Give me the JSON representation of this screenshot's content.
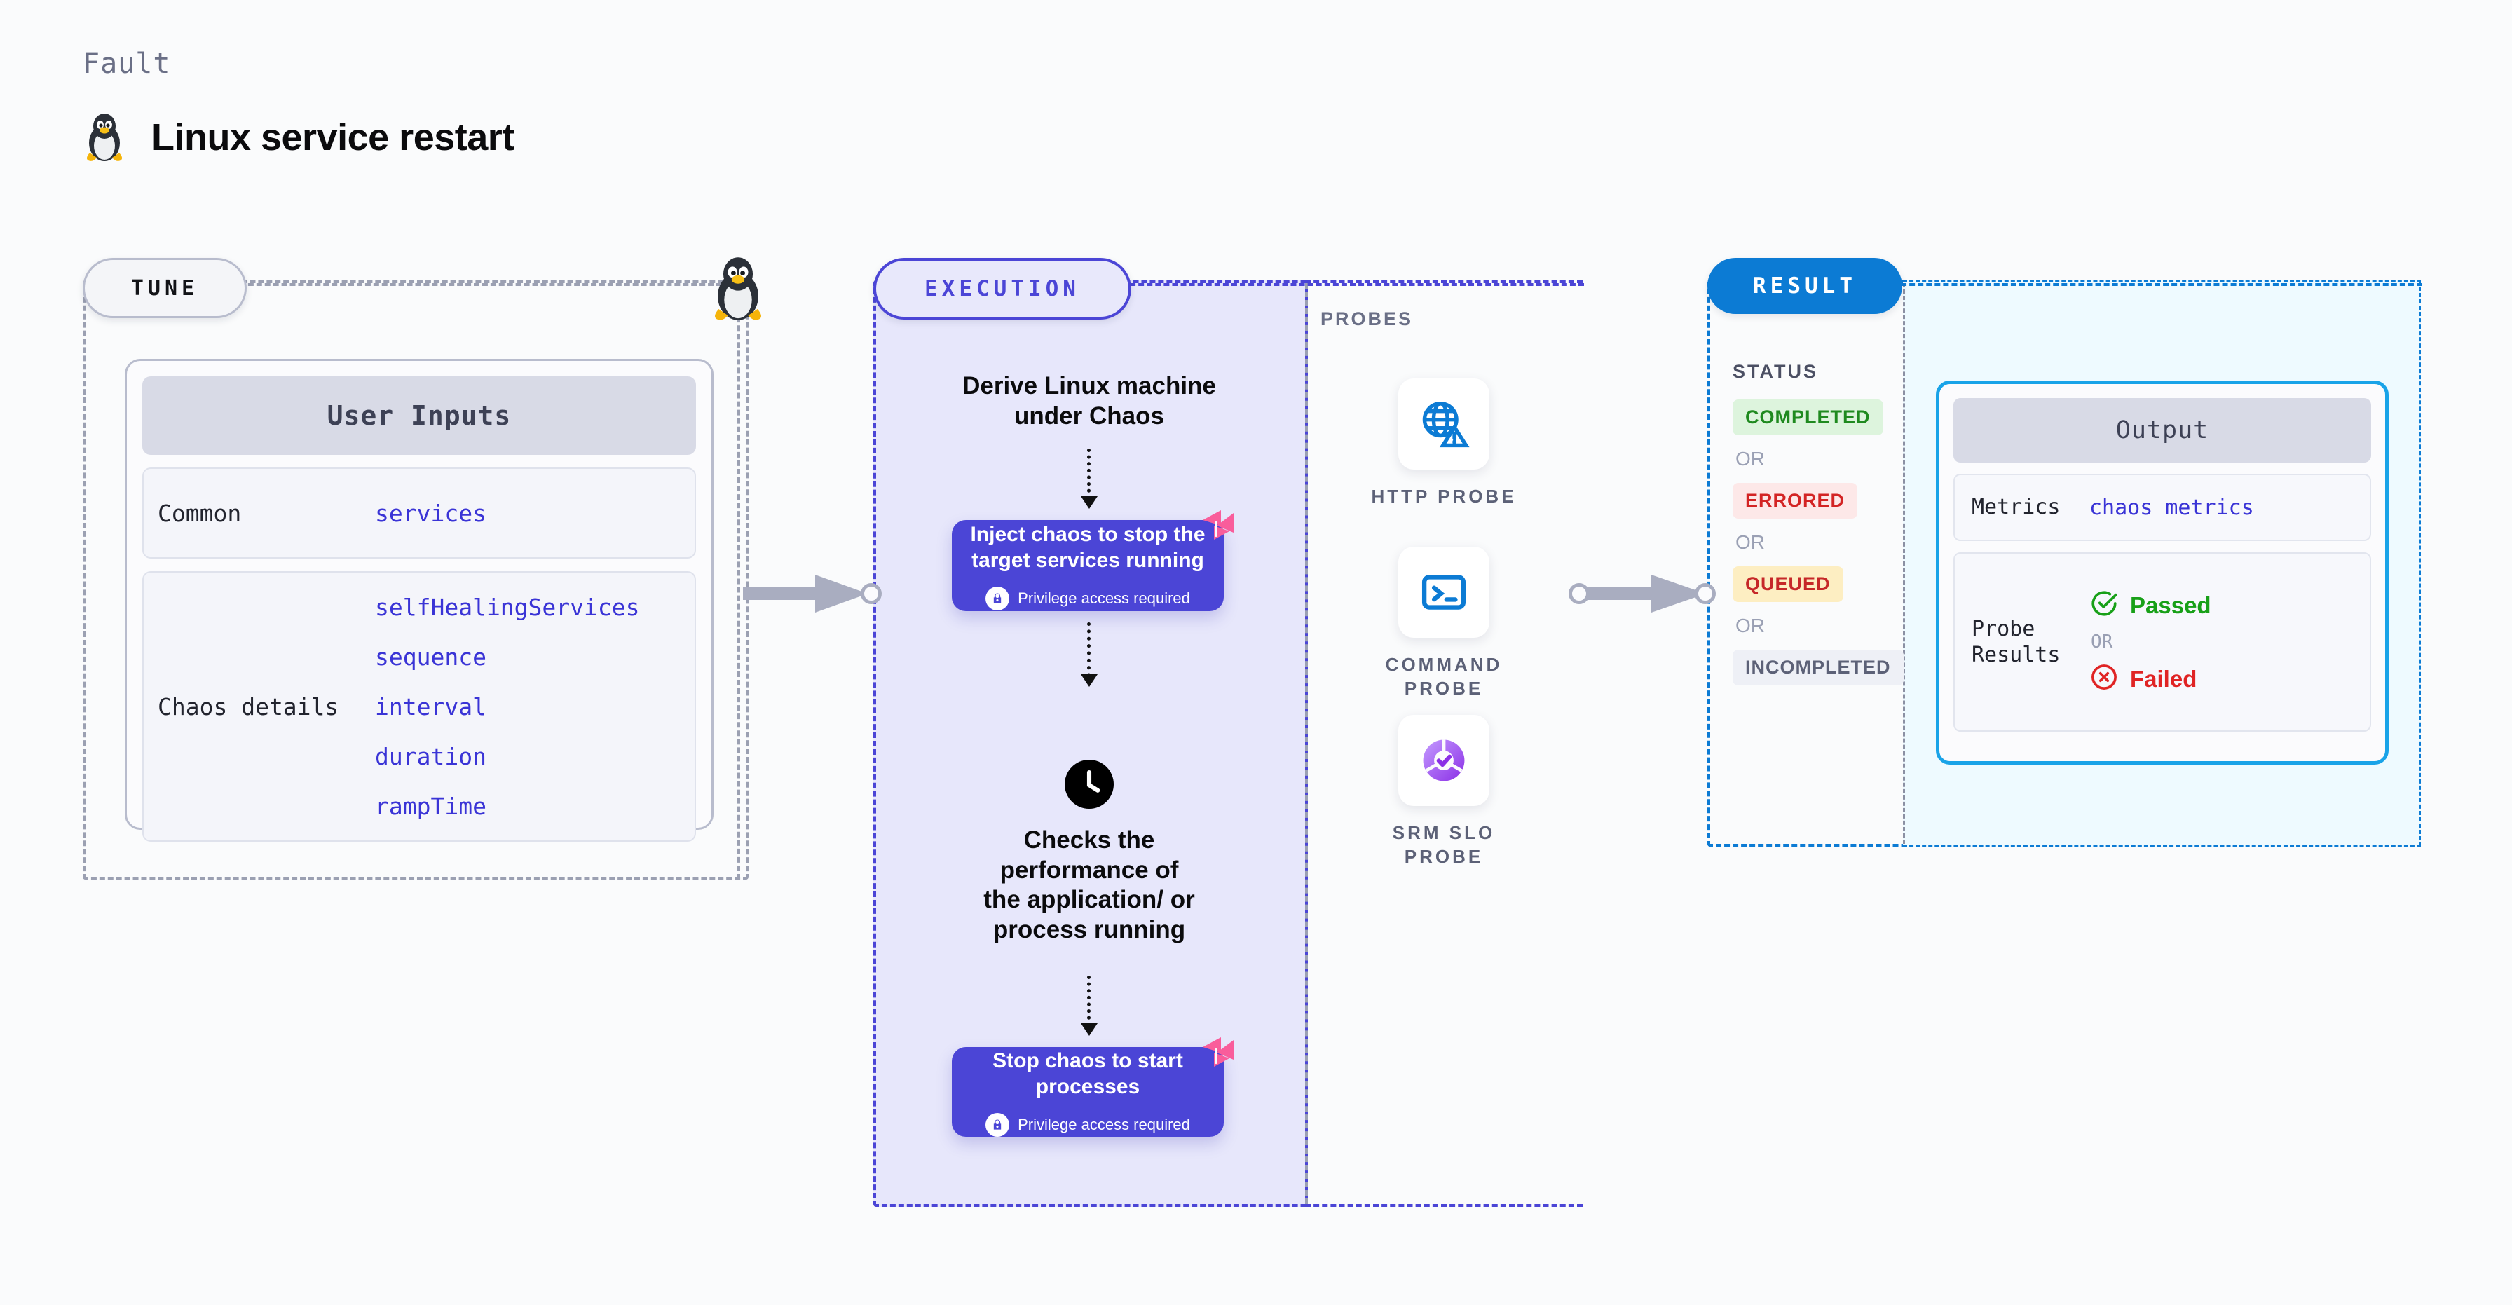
{
  "header": {
    "eyebrow": "Fault",
    "title": "Linux service restart",
    "icon": "linux-penguin-icon"
  },
  "tune": {
    "badge": "TUNE",
    "icon": "linux-penguin-icon",
    "user_inputs": {
      "title": "User Inputs",
      "rows": [
        {
          "key": "Common",
          "values": [
            "services"
          ]
        },
        {
          "key": "Chaos details",
          "values": [
            "selfHealingServices",
            "sequence",
            "interval",
            "duration",
            "rampTime"
          ]
        }
      ]
    }
  },
  "execution": {
    "badge": "EXECUTION",
    "steps": {
      "derive": "Derive Linux machine\nunder Chaos",
      "inject": {
        "title": "Inject chaos to stop the\ntarget services running",
        "privilege": "Privilege access required",
        "lock_icon": "lock-icon",
        "brand_icon": "harness-logo-icon"
      },
      "checks": {
        "icon": "clock-icon",
        "text": "Checks the\nperformance of\nthe application/ or\nprocess running"
      },
      "stop": {
        "title": "Stop chaos to start\nprocesses",
        "privilege": "Privilege access required",
        "lock_icon": "lock-icon",
        "brand_icon": "harness-logo-icon"
      }
    }
  },
  "probes": {
    "label": "PROBES",
    "items": [
      {
        "label": "HTTP PROBE",
        "icon": "globe-warning-icon"
      },
      {
        "label": "COMMAND PROBE",
        "icon": "terminal-icon"
      },
      {
        "label": "SRM SLO PROBE",
        "icon": "slo-donut-check-icon"
      }
    ]
  },
  "result": {
    "badge": "RESULT",
    "status_label": "STATUS",
    "or_label": "OR",
    "statuses": [
      {
        "text": "COMPLETED",
        "bg": "#ddf4dd",
        "color": "#1f8a1f"
      },
      {
        "text": "ERRORED",
        "bg": "#fde8e8",
        "color": "#d32424"
      },
      {
        "text": "QUEUED",
        "bg": "#fdeec2",
        "color": "#c62828"
      },
      {
        "text": "INCOMPLETED",
        "bg": "#eef0f6",
        "color": "#5c6177"
      }
    ],
    "output": {
      "title": "Output",
      "metrics_key": "Metrics",
      "metrics_value": "chaos metrics",
      "probe_key": "Probe\nResults",
      "passed": {
        "text": "Passed",
        "color": "#18a018",
        "icon": "check-circle-icon"
      },
      "or_label": "OR",
      "failed": {
        "text": "Failed",
        "color": "#e02424",
        "icon": "x-circle-icon"
      }
    }
  },
  "colors": {
    "page_bg": "#fafbfc",
    "accent_purple": "#4b45d6",
    "accent_blue": "#0c7bd4",
    "accent_cyan": "#19a3e8",
    "brand_pink": "#f95d9b",
    "neutral_dash": "#9ba0b2"
  }
}
